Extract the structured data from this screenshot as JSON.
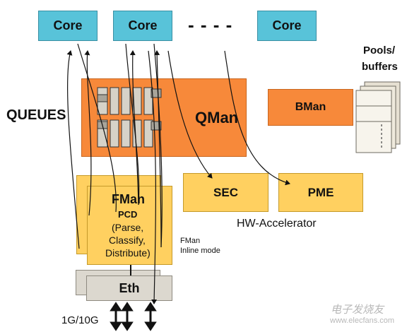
{
  "cores": [
    "Core",
    "Core",
    "Core"
  ],
  "ellipsis": "- - - -",
  "queues_label": "QUEUES",
  "qman_label": "QMan",
  "bman_label": "BMan",
  "pools_label": [
    "Pools/",
    "buffers"
  ],
  "sec_label": "SEC",
  "pme_label": "PME",
  "hw_accel_label": "HW-Accelerator",
  "fman": {
    "title": "FMan",
    "subtitle": "PCD",
    "lines": [
      "(Parse,",
      "Classify,",
      "Distribute)"
    ]
  },
  "fman_inline": [
    "FMan",
    "Inline mode"
  ],
  "eth_label": "Eth",
  "link_speed": "1G/10G",
  "watermark": [
    "电子发烧友",
    "www.elecfans.com"
  ],
  "colors": {
    "core": "#58c3d9",
    "qman": "#f7893a",
    "accelerator": "#ffd060",
    "eth": "#dcd8cf"
  }
}
